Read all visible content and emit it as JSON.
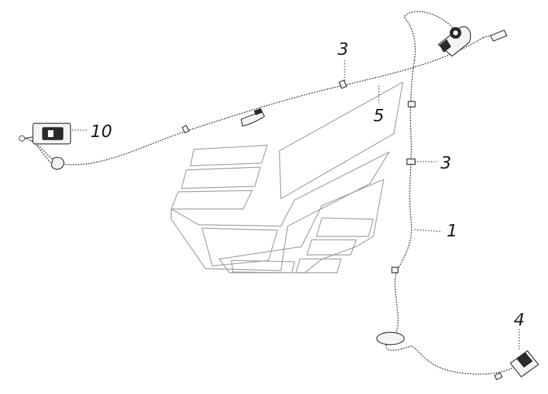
{
  "callouts": [
    {
      "key": "c1",
      "label": "1"
    },
    {
      "key": "c3a",
      "label": "3"
    },
    {
      "key": "c3b",
      "label": "3"
    },
    {
      "key": "c4",
      "label": "4"
    },
    {
      "key": "c5",
      "label": "5"
    },
    {
      "key": "c10",
      "label": "10"
    }
  ]
}
